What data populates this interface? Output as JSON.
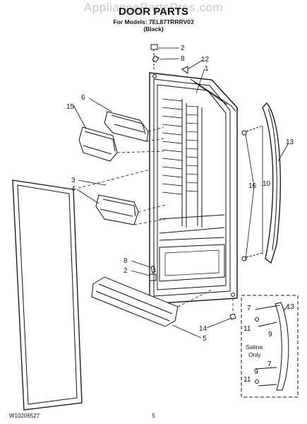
{
  "watermark": "AppliancePartsPros.com",
  "header": {
    "title": "DOOR PARTS",
    "models_line": "For Models: 7EL87TRRRV03",
    "color_line": "(Black)"
  },
  "callouts": {
    "c2_top": "2",
    "c8_top": "8",
    "c12": "12",
    "c1": "1",
    "c6": "6",
    "c15": "15",
    "c13": "13",
    "c3": "3",
    "c4": "4",
    "c16": "16",
    "c10": "10",
    "c8_bot": "8",
    "c2_bot": "2",
    "c14": "14",
    "c5": "5",
    "inset_7a": "7",
    "inset_13": "13",
    "inset_11a": "11",
    "inset_9a": "9",
    "inset_7b": "7",
    "inset_9b": "9",
    "inset_11b": "11"
  },
  "inset": {
    "note_line1": "Satina",
    "note_line2": "Only"
  },
  "footer": {
    "doc_number": "W10206527",
    "page_number": "5"
  }
}
